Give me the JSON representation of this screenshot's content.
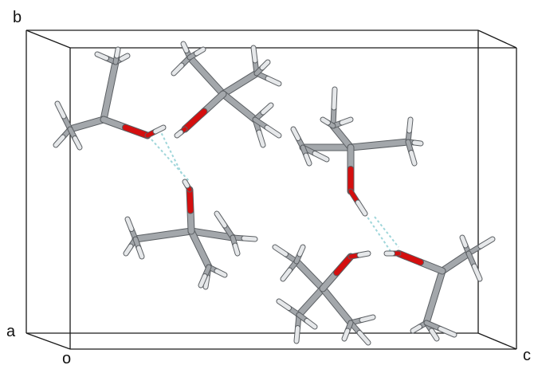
{
  "axes": {
    "b": "b",
    "a": "a",
    "o": "o",
    "c": "c"
  },
  "colors": {
    "carbon": "#a3a7ab",
    "hydrogen": "#e6e8ea",
    "oxygen": "#d40f0f",
    "hbond": "#9fd6da",
    "cell": "#1a1a1a"
  }
}
